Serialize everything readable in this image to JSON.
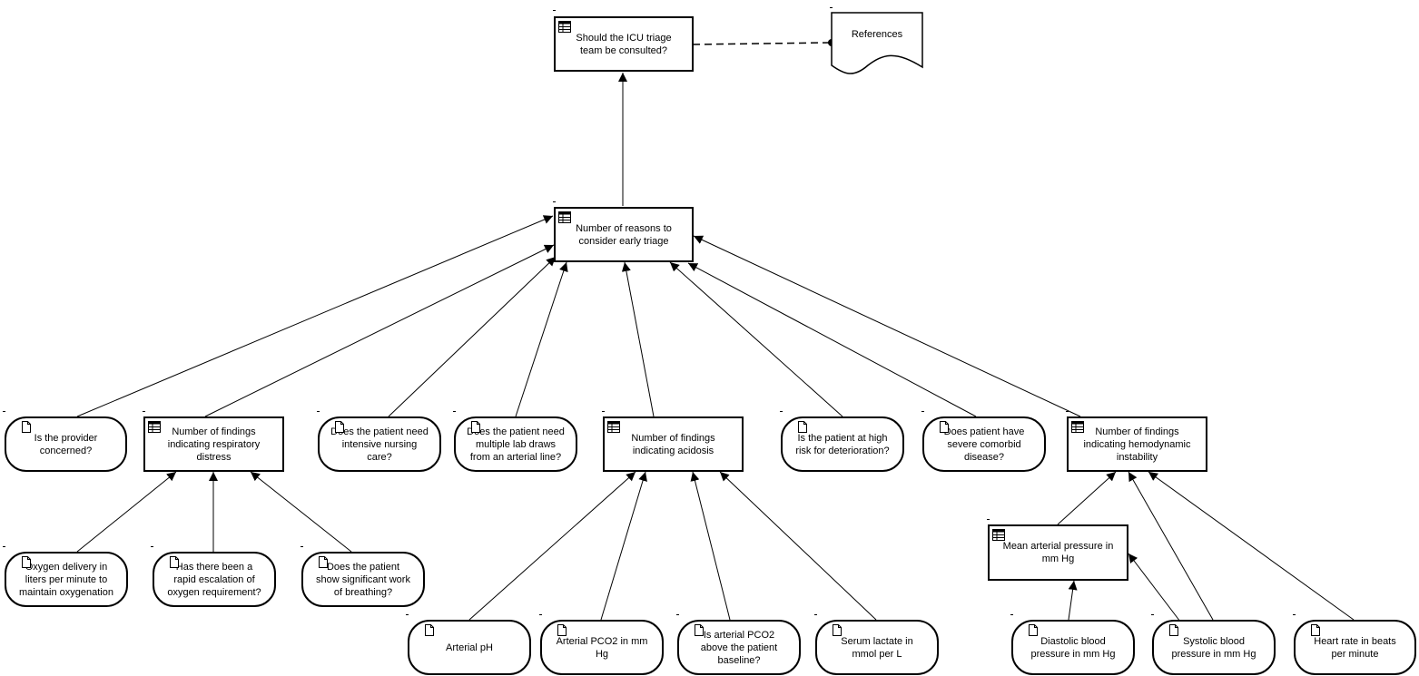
{
  "diagram": {
    "nodes": {
      "icu_triage": {
        "label": "Should the ICU triage team be consulted?",
        "kind": "table"
      },
      "references": {
        "label": "References",
        "kind": "document"
      },
      "reasons": {
        "label": "Number of reasons to consider early triage",
        "kind": "table"
      },
      "provider": {
        "label": "Is the provider concerned?",
        "kind": "question"
      },
      "resp": {
        "label": "Number of findings indicating respiratory distress",
        "kind": "table"
      },
      "nursing": {
        "label": "Does the patient need intensive nursing care?",
        "kind": "question"
      },
      "labdraws": {
        "label": "Does the patient need multiple lab draws from an arterial line?",
        "kind": "question"
      },
      "acidosis": {
        "label": "Number of findings indicating acidosis",
        "kind": "table"
      },
      "risk": {
        "label": "Is the patient at high risk for deterioration?",
        "kind": "question"
      },
      "comorbid": {
        "label": "Does patient have severe comorbid disease?",
        "kind": "question"
      },
      "hemo": {
        "label": "Number of findings indicating hemodynamic instability",
        "kind": "table"
      },
      "oxygen": {
        "label": "Oxygen delivery in liters per minute to maintain oxygenation",
        "kind": "question"
      },
      "escalation": {
        "label": "Has there been a rapid escalation of oxygen requirement?",
        "kind": "question"
      },
      "breathing": {
        "label": "Does the patient show significant work of breathing?",
        "kind": "question"
      },
      "map": {
        "label": "Mean arterial pressure in mm Hg",
        "kind": "table"
      },
      "ph": {
        "label": "Arterial pH",
        "kind": "question"
      },
      "pco2": {
        "label": "Arterial PCO2 in mm Hg",
        "kind": "question"
      },
      "pco2base": {
        "label": "Is arterial PCO2 above the patient baseline?",
        "kind": "question"
      },
      "lactate": {
        "label": "Serum lactate in mmol per L",
        "kind": "question"
      },
      "diastolic": {
        "label": "Diastolic blood pressure in mm Hg",
        "kind": "question"
      },
      "systolic": {
        "label": "Systolic blood pressure in mm Hg",
        "kind": "question"
      },
      "heartrate": {
        "label": "Heart rate in beats per minute",
        "kind": "question"
      }
    }
  }
}
